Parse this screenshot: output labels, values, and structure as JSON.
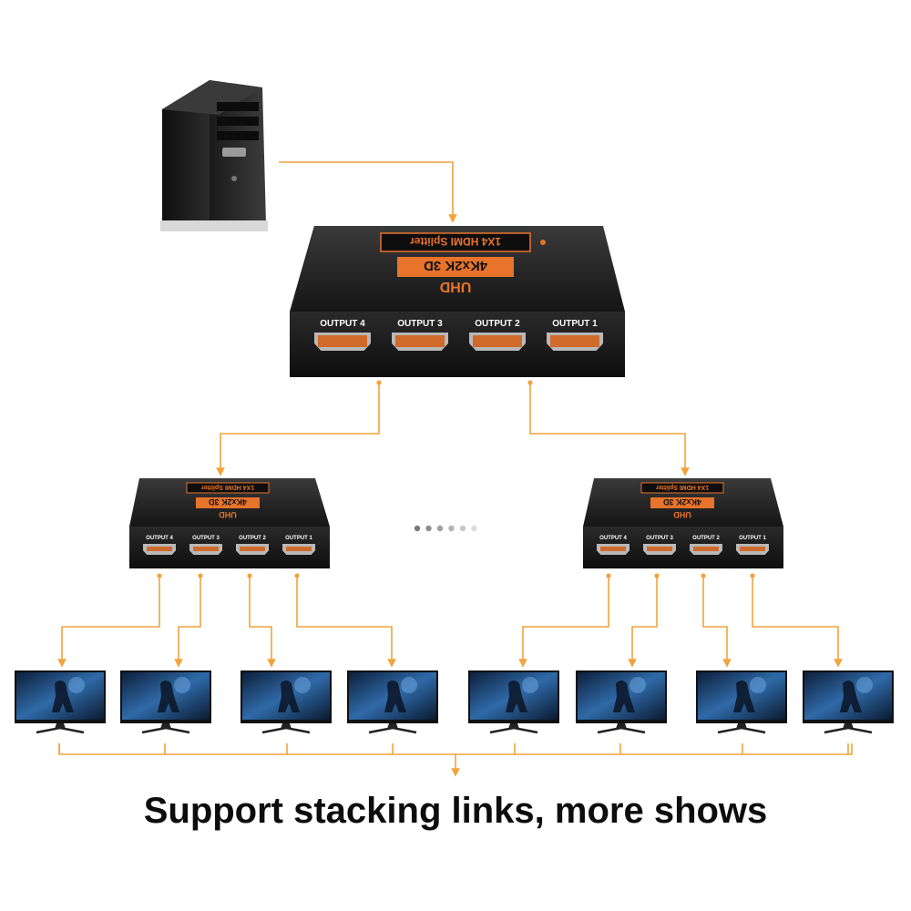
{
  "caption": "Support stacking links, more shows",
  "splitter": {
    "brand_line": "1X4 HDMI Splitter",
    "resolution_line": "4Kx2K 3D",
    "uhd_line": "UHD",
    "ports": [
      "OUTPUT 4",
      "OUTPUT 3",
      "OUTPUT 2",
      "OUTPUT 1"
    ]
  },
  "source_pc": {
    "icon": "desktop-tower-icon"
  },
  "monitor_icon": "monitor-icon",
  "colors": {
    "connector": "#f2a33c",
    "device_body": "#1c1c1c",
    "accent_orange": "#e8732a",
    "monitor_screen": "#1a3e6e"
  },
  "more_dots": 6
}
